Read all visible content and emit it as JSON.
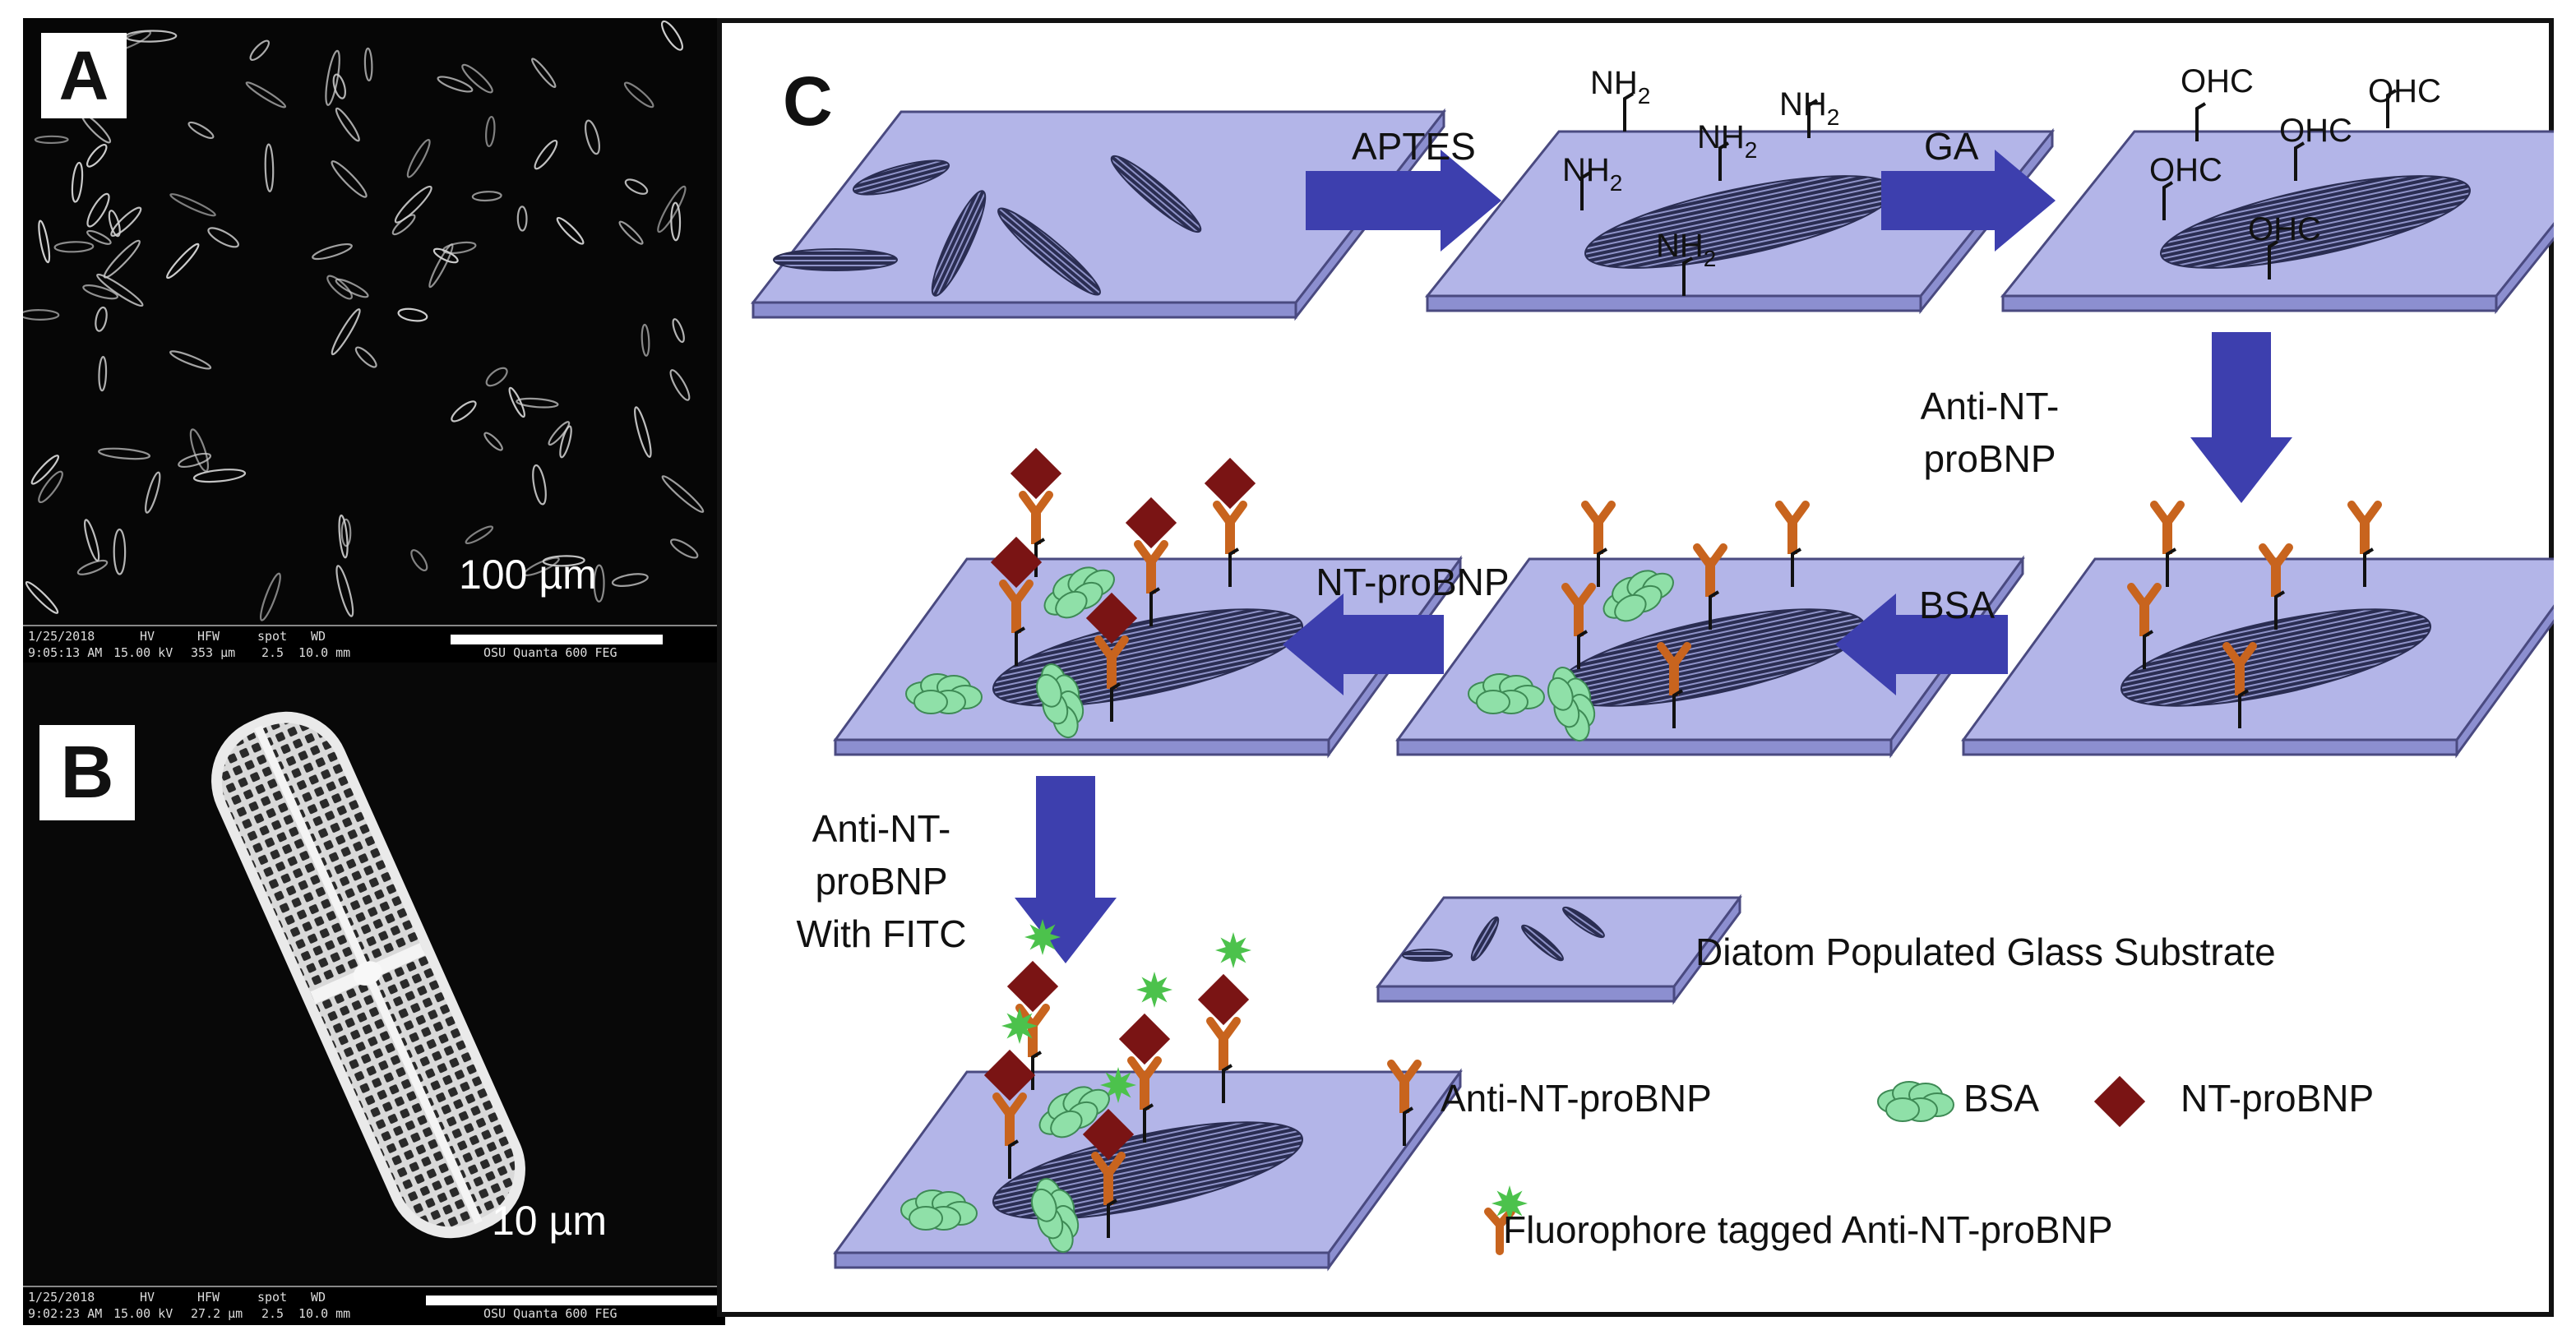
{
  "panels": {
    "a": {
      "letter": "A",
      "scale_label": "100 µm",
      "info": {
        "date": "1/25/2018",
        "time": "9:05:13 AM",
        "hv_label": "HV",
        "hv": "15.00 kV",
        "hfw_label": "HFW",
        "hfw": "353 µm",
        "spot_label": "spot",
        "spot": "2.5",
        "wd_label": "WD",
        "wd": "10.0 mm",
        "instrument": "OSU Quanta 600 FEG"
      }
    },
    "b": {
      "letter": "B",
      "scale_label": "10 µm",
      "info": {
        "date": "1/25/2018",
        "time": "9:02:23 AM",
        "hv_label": "HV",
        "hv": "15.00 kV",
        "hfw_label": "HFW",
        "hfw": "27.2 µm",
        "spot_label": "spot",
        "spot": "2.5",
        "wd_label": "WD",
        "wd": "10.0 mm",
        "instrument": "OSU Quanta 600 FEG"
      }
    },
    "c": {
      "letter": "C"
    }
  },
  "steps": {
    "aptes": "APTES",
    "ga": "GA",
    "anti_line1": "Anti-NT-",
    "anti_line2": "proBNP",
    "bsa": "BSA",
    "ntprobnp": "NT-proBNP",
    "fitc_line1": "Anti-NT-",
    "fitc_line2": "proBNP",
    "fitc_line3": "With FITC"
  },
  "chem": {
    "amine": "NH",
    "amine_sub": "2",
    "aldehyde": "OHC"
  },
  "legend": {
    "substrate": "Diatom Populated Glass Substrate",
    "antibody": "Anti-NT-proBNP",
    "bsa": "BSA",
    "antigen": "NT-proBNP",
    "fluoro": "Fluorophore tagged Anti-NT-proBNP"
  },
  "colors": {
    "slide_fill": "#b3b5e8",
    "slide_side": "#8c8fd0",
    "slide_edge": "#4a4a80",
    "arrow": "#3d3fae",
    "antibody": "#c8641e",
    "bsa": "#8fe0a8",
    "bsa_edge": "#3e8a55",
    "antigen": "#7a1414",
    "fluor": "#4cc24c",
    "diatom": "#2a2d52"
  }
}
